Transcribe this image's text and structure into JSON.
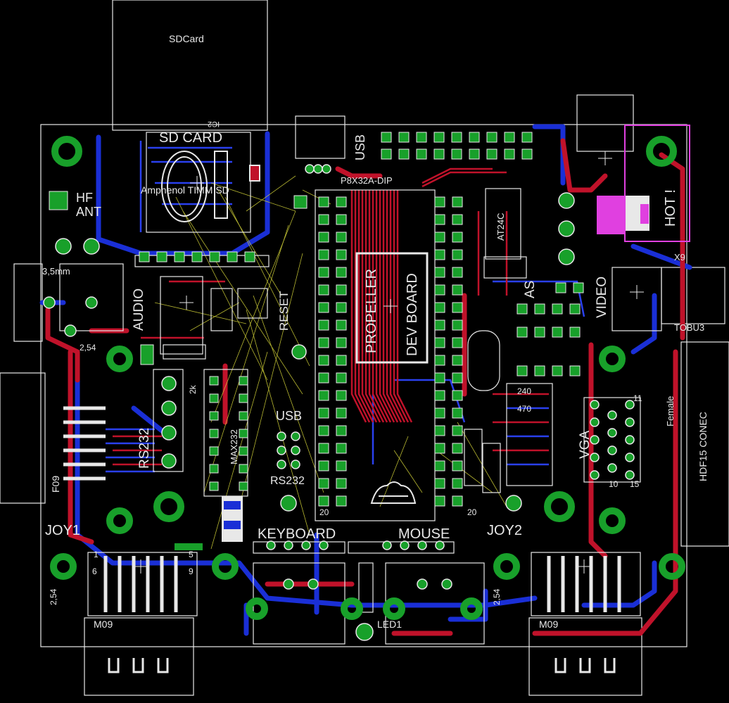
{
  "labels": {
    "sdcard_top": "SDCard",
    "sd_card": "SD CARD",
    "ic2": "IC2",
    "amphenol": "Amphenol TIMM SD",
    "hf": "HF",
    "ant": "ANT",
    "jack": "3,5mm",
    "audio": "AUDIO",
    "rs232": "RS232",
    "rs232_small": "RS232",
    "max232": "MAX232",
    "usb_top": "USB",
    "usb_mid": "USB",
    "reset": "RESET",
    "propeller": "PROPELLER",
    "dev_board": "DEV BOARD",
    "p8x32a": "P8X32A-DIP",
    "at24c": "AT24C",
    "keyboard": "KEYBOARD",
    "mouse": "MOUSE",
    "joy1": "JOY1",
    "joy2": "JOY2",
    "vga": "VGA",
    "video": "VIDEO",
    "hot": "HOT !",
    "x9": "X9",
    "tobu3": "TOBU3",
    "female": "Female",
    "hdf15": "HDF15 CONEC",
    "f09": "F09",
    "m09_left": "M09",
    "m09_right": "M09",
    "led1": "LED1",
    "pitch_a": "2,54",
    "pitch_b": "2,54",
    "pitch_c": "2,54",
    "pin_20": "20",
    "pin_20b": "20",
    "pin_1": "1",
    "pin_5": "5",
    "pin_9": "9",
    "pin_6": "6",
    "pin_11": "11",
    "pin_15": "15",
    "pin_10": "10",
    "res_240": "240",
    "res_470": "470",
    "res_2k": "2k",
    "as": "AS"
  },
  "colors": {
    "background": "#000000",
    "top_copper": "#c0122a",
    "bottom_copper": "#1a2fd6",
    "pad": "#18a02a",
    "silkscreen": "#e8e8e8",
    "airwire": "#d8d83a",
    "magenta": "#e040e0"
  }
}
